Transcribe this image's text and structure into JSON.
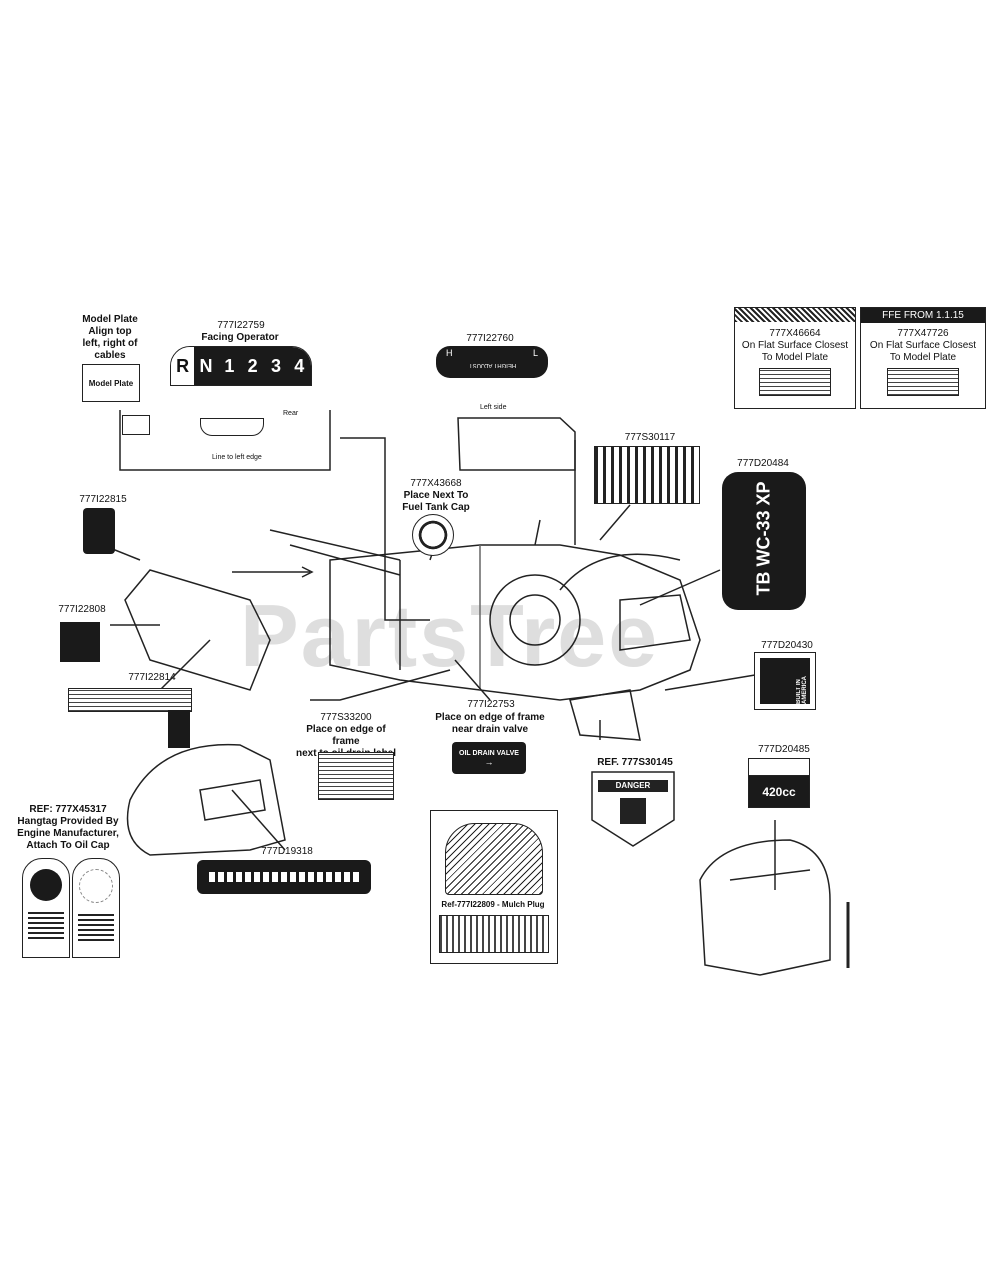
{
  "watermark": "PartsTree",
  "model_plate": {
    "note": "Model Plate\nAlign top\nleft, right of\ncables",
    "plate_label": "Model Plate",
    "rear_label": "Rear",
    "line_note": "Line to left edge"
  },
  "gear_decal": {
    "part": "777I22759",
    "note": "Facing Operator",
    "gears": [
      "R",
      "N",
      "1",
      "2",
      "3",
      "4"
    ]
  },
  "height_decal": {
    "part": "777I22760",
    "note": "Left side",
    "scale_left": "H",
    "scale_right": "L",
    "text": "HEIGHT ADJUST"
  },
  "ffe_boxes": [
    {
      "header": "",
      "part": "777X46664",
      "note": "On Flat Surface Closest\nTo Model Plate"
    },
    {
      "header": "FFE FROM 1.1.15",
      "part": "777X47726",
      "note": "On Flat Surface Closest\nTo Model Plate"
    }
  ],
  "fuel_decal": {
    "part": "777X43668",
    "note": "Place Next To\nFuel Tank Cap"
  },
  "warning_decal": {
    "part": "777S30117"
  },
  "brand_decal": {
    "part": "777D20484",
    "text": "TB WC-33 XP"
  },
  "america_decal": {
    "part": "777D20430",
    "text": "BUILT IN AMERICA"
  },
  "left_decals": [
    {
      "part": "777I22815"
    },
    {
      "part": "777I22808"
    },
    {
      "part": "777I22814"
    }
  ],
  "oil_label_decal": {
    "part": "777S33200",
    "note": "Place on edge of frame\nnext to oil drain label"
  },
  "oil_valve_decal": {
    "part": "777I22753",
    "note": "Place on edge of frame\nnear drain valve",
    "text": "OIL DRAIN VALVE"
  },
  "danger_decal": {
    "part": "REF. 777S30145",
    "text": "DANGER"
  },
  "engine_decal": {
    "part": "777D20485",
    "text": "420cc"
  },
  "bag_decal": {
    "part": "777D19318"
  },
  "hangtag": {
    "part": "REF: 777X45317",
    "note": "Hangtag Provided By\nEngine Manufacturer,\nAttach To Oil Cap"
  },
  "mulch": {
    "note": "Ref-777I22809 - Mulch Plug"
  }
}
